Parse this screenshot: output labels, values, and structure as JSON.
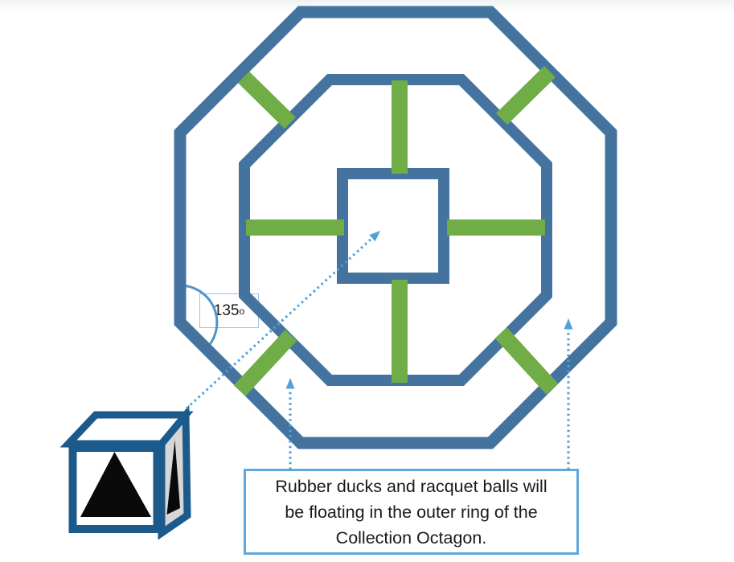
{
  "diagram_title": "Collection Octagon diagram",
  "colors": {
    "octagon_blue": "#45739f",
    "connector_green": "#70ad47",
    "arrow_blue": "#52a1d8",
    "arc_blue": "#4f93cf",
    "label_border_blue": "#9dc3e6",
    "caption_border_blue": "#5fa8dc",
    "cube_border_blue": "#1d5a8c",
    "cube_side_gray": "#d6d6d6",
    "triangle_black": "#0a0a0a",
    "text_black": "#1a1a1a"
  },
  "angle_label": {
    "value": "135",
    "superscript": "o"
  },
  "caption": {
    "lines": [
      "Rubber ducks and racquet balls will",
      "be floating in the outer ring of the",
      "Collection Octagon."
    ]
  },
  "icons": {
    "dotted_arrow": "dotted arrow pointer (light blue)",
    "angle_arc": "interior-angle arc marker",
    "cube": "cube with black triangles illustration"
  },
  "shapes": {
    "outer_octagon": "Collection Octagon outer ring",
    "inner_octagon": "inner octagon wall",
    "center_square": "center square chamber",
    "connectors": "green connector bars (8)"
  }
}
